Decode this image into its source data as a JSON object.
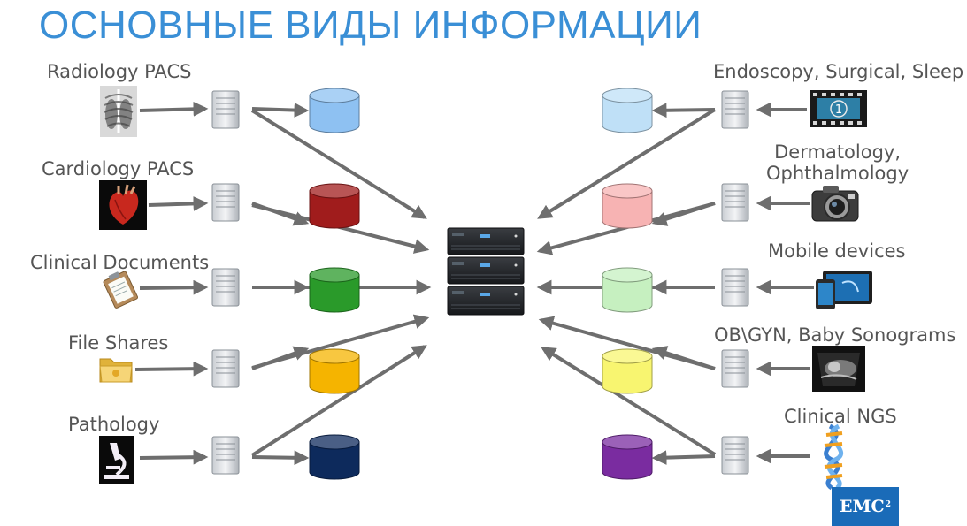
{
  "title": "ОСНОВНЫЕ ВИДЫ ИНФОРМАЦИИ",
  "left_sources": [
    {
      "label": "Radiology PACS",
      "icon": "xray-icon",
      "db_color": "#8ec1f2"
    },
    {
      "label": "Cardiology PACS",
      "icon": "heart-icon",
      "db_color": "#a01c1c"
    },
    {
      "label": "Clinical Documents",
      "icon": "clipboard-icon",
      "db_color": "#2a9a2a"
    },
    {
      "label": "File Shares",
      "icon": "folder-icon",
      "db_color": "#f5b400"
    },
    {
      "label": "Pathology",
      "icon": "microscope-icon",
      "db_color": "#0d2a5c"
    }
  ],
  "right_sources": [
    {
      "label": "Endoscopy, Surgical, Sleep",
      "icon": "film-icon",
      "db_color": "#bfe0f7"
    },
    {
      "label": "Dermatology,\nOphthalmology",
      "icon": "camera-icon",
      "db_color": "#f7b3b3"
    },
    {
      "label": "Mobile devices",
      "icon": "tablet-icon",
      "db_color": "#c6f0c0"
    },
    {
      "label": "OB\\GYN, Baby Sonograms",
      "icon": "sonogram-icon",
      "db_color": "#f8f570"
    },
    {
      "label": "Clinical NGS",
      "icon": "dna-icon",
      "db_color": "#7a2ca0"
    }
  ],
  "logo": {
    "text": "EMC",
    "sup": "2",
    "color": "#1a6bb8"
  }
}
